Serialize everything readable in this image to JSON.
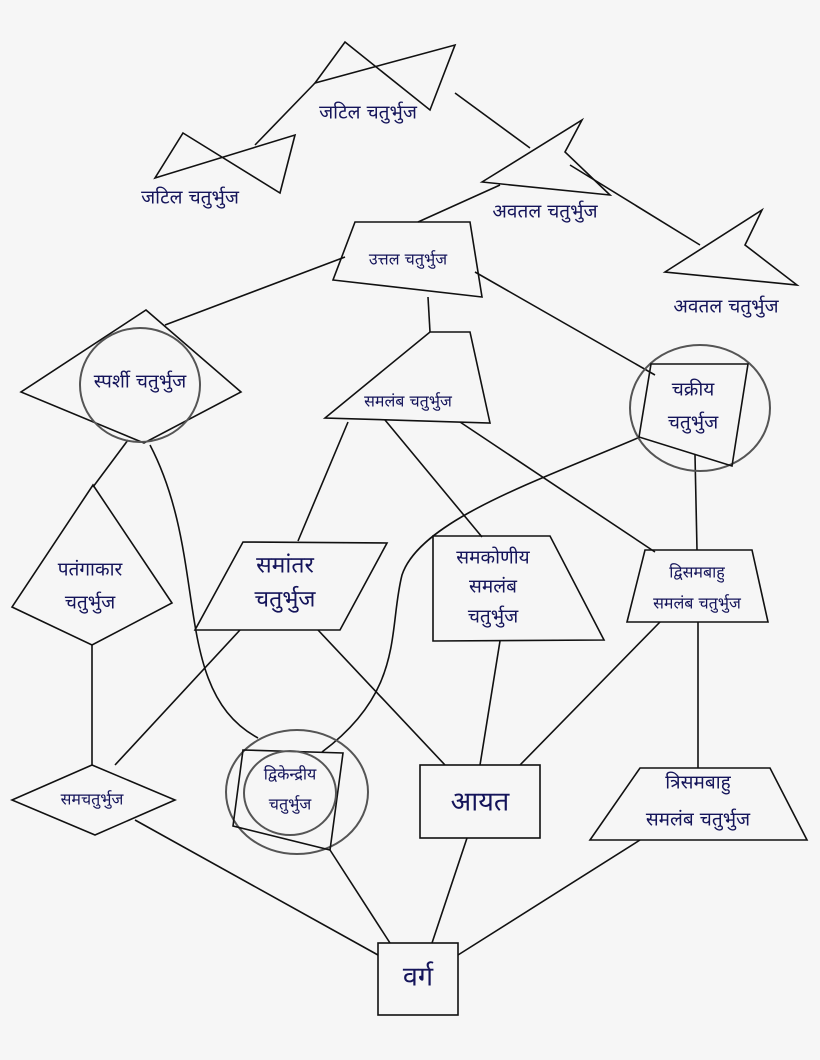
{
  "colors": {
    "background": "#f6f6f6",
    "text": "#14145a",
    "lines": "#111111"
  },
  "nodes": {
    "complex1": "जटिल चतुर्भुज",
    "complex2": "जटिल चतुर्भुज",
    "concave1": "अवतल चतुर्भुज",
    "concave2": "अवतल चतुर्भुज",
    "convex": "उत्तल चतुर्भुज",
    "tangential": "स्पर्शी चतुर्भुज",
    "trapezoid": "समलंब चतुर्भुज",
    "cyclic": [
      "चक्रीय",
      "चतुर्भुज"
    ],
    "kite": [
      "पतंगाकार",
      "चतुर्भुज"
    ],
    "parallelogram": [
      "समांतर",
      "चतुर्भुज"
    ],
    "right_trapezoid": [
      "समकोणीय",
      "समलंब",
      "चतुर्भुज"
    ],
    "isosceles_trapezoid": [
      "द्विसमबाहु",
      "समलंब चतुर्भुज"
    ],
    "rhombus": "समचतुर्भुज",
    "bicentric": [
      "द्विकेन्द्रीय",
      "चतुर्भुज"
    ],
    "rectangle": "आयत",
    "tri_equilateral_trapezoid": [
      "त्रिसमबाहु",
      "समलंब चतुर्भुज"
    ],
    "square": "वर्ग"
  }
}
